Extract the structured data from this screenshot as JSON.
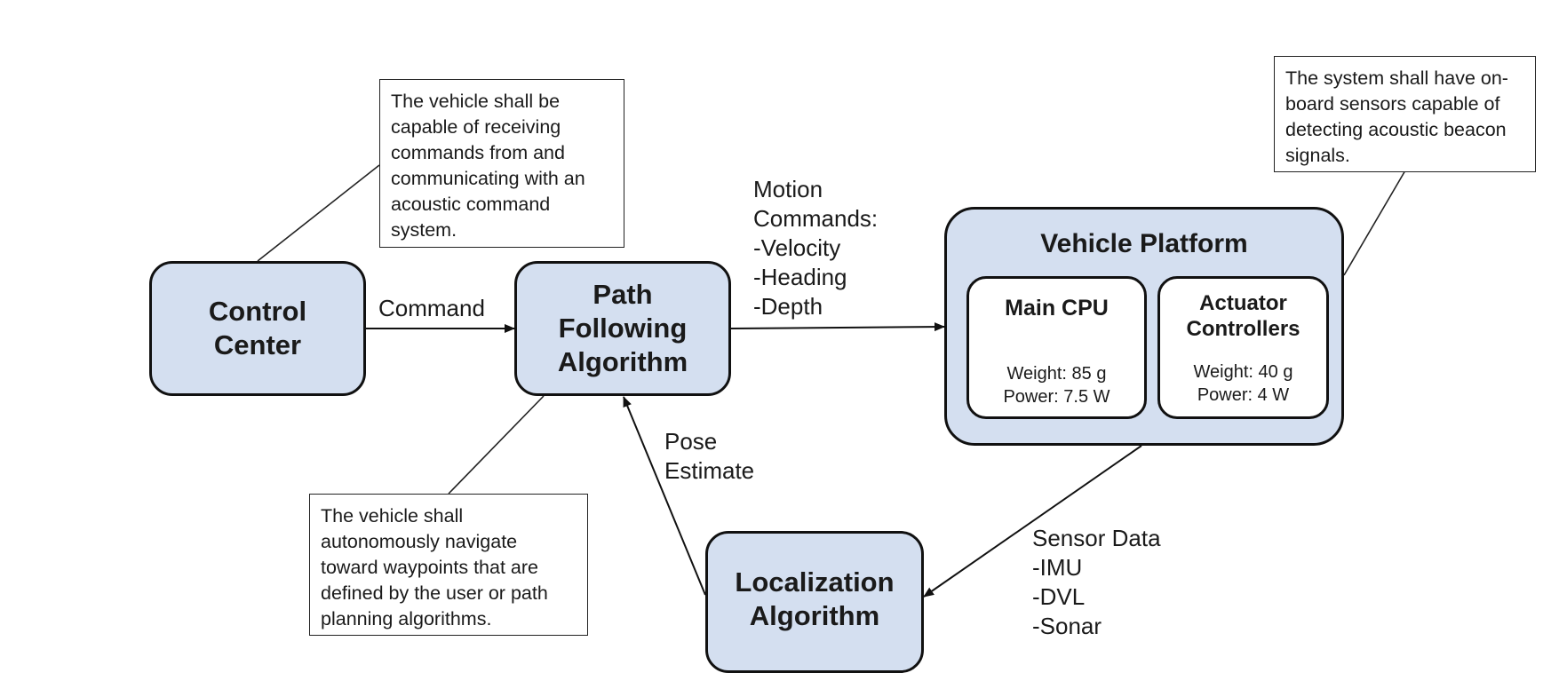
{
  "nodes": {
    "control_center": [
      "Control",
      "Center"
    ],
    "path_following": [
      "Path",
      "Following",
      "Algorithm"
    ],
    "localization": [
      "Localization",
      "Algorithm"
    ]
  },
  "vehicle_platform": {
    "title": "Vehicle Platform",
    "main_cpu": {
      "name": "Main CPU",
      "weight": "Weight: 85 g",
      "power": "Power: 7.5 W"
    },
    "actuator": {
      "name": [
        "Actuator",
        "Controllers"
      ],
      "weight": "Weight: 40 g",
      "power": "Power: 4 W"
    }
  },
  "notes": {
    "acoustic_command": "The vehicle shall be capable of receiving commands from and communicating with an acoustic command system.",
    "autonomous_nav": "The vehicle shall autonomously navigate toward waypoints that are defined by the user or path planning algorithms.",
    "sensors": "The system shall have on-board sensors capable of detecting acoustic beacon signals."
  },
  "edge_labels": {
    "command": [
      "Command"
    ],
    "motion": [
      "Motion",
      "Commands:",
      "-Velocity",
      "-Heading",
      "-Depth"
    ],
    "pose": [
      "Pose",
      "Estimate"
    ],
    "sensor": [
      "Sensor Data",
      "-IMU",
      "-DVL",
      "-Sonar"
    ]
  },
  "colors": {
    "node_fill": "#d4dff0",
    "stroke": "#111111"
  }
}
